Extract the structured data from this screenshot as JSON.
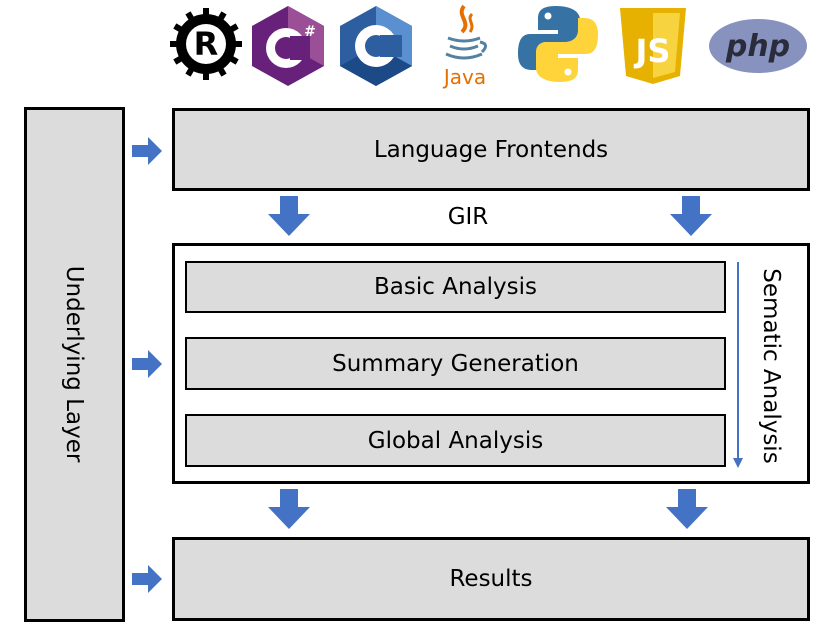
{
  "logos": [
    {
      "name": "rust-logo",
      "letter": "R"
    },
    {
      "name": "csharp-logo",
      "letter": "C",
      "sup": "#"
    },
    {
      "name": "c-logo",
      "letter": "C"
    },
    {
      "name": "java-logo",
      "text": "Java"
    },
    {
      "name": "python-logo"
    },
    {
      "name": "javascript-logo",
      "text": "JS"
    },
    {
      "name": "php-logo",
      "text": "php"
    }
  ],
  "diagram": {
    "underlying_layer": "Underlying Layer",
    "language_frontends": "Language Frontends",
    "gir": "GIR",
    "basic_analysis": "Basic Analysis",
    "summary_generation": "Summary Generation",
    "global_analysis": "Global Analysis",
    "sematic_analysis": "Sematic Analysis",
    "results": "Results"
  },
  "colors": {
    "arrow": "#4472c4",
    "box_fill": "#dcdcdc",
    "border": "#000000",
    "csharp": "#68217a",
    "c": "#2d5fa0",
    "java_red": "#e76f00",
    "python_blue": "#3772a4",
    "python_yellow": "#ffd43b",
    "js_yellow": "#f0c419",
    "php_purple": "#8892bf"
  }
}
